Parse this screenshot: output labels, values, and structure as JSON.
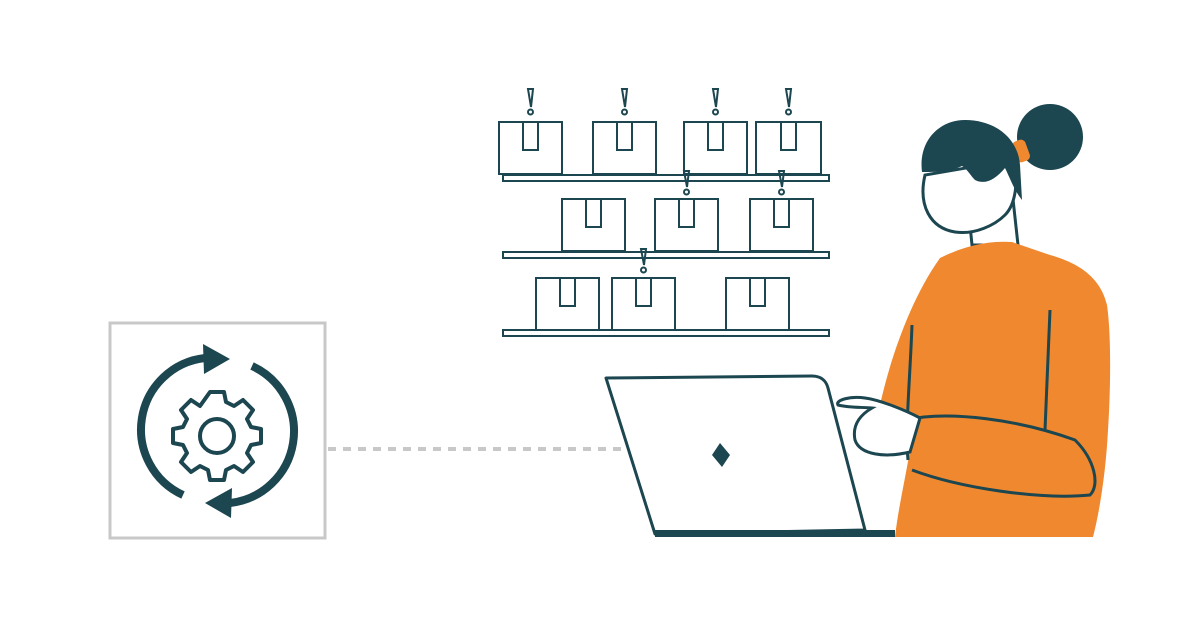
{
  "colors": {
    "background": "#ffffff",
    "ink": "#1c4650",
    "accent": "#f0882f",
    "frame": "#c8c8c8",
    "connector": "#c8c8c8"
  },
  "icons": {
    "sync": "sync-gear-icon",
    "alert": "exclamation-icon",
    "laptop_logo": "diamond-logo-icon"
  },
  "shelves": [
    {
      "boxes": 4,
      "alerts": 4
    },
    {
      "boxes": 3,
      "alerts": 2
    },
    {
      "boxes": 3,
      "alerts": 1
    }
  ]
}
